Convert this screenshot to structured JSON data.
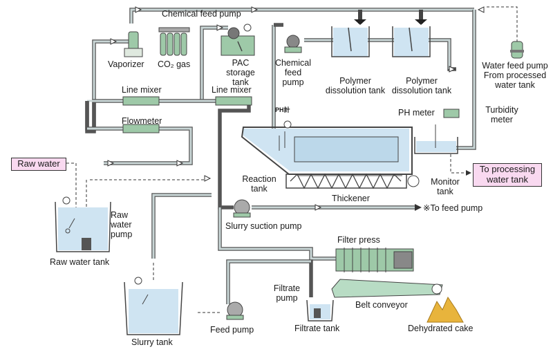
{
  "labels": {
    "chemical_feed_pump_top": "Chemical feed pump",
    "vaporizer": "Vaporizer",
    "co2_gas": "CO₂ gas",
    "pac_storage_tank": "PAC\nstorage tank",
    "chemical_feed_pump_mid": "Chemical\nfeed\npump",
    "polymer_dissolution_tank_1": "Polymer\ndissolution tank",
    "polymer_dissolution_tank_2": "Polymer\ndissolution tank",
    "water_feed_pump": "Water feed pump\nFrom processed\nwater tank",
    "line_mixer_1": "Line mixer",
    "line_mixer_2": "Line mixer",
    "ph_small": "PH計",
    "ph_meter": "PH meter",
    "turbidity_meter": "Turbidity\nmeter",
    "flowmeter": "Flowmeter",
    "raw_water": "Raw water",
    "reaction_tank": "Reaction\ntank",
    "monitor_tank": "Monitor\ntank",
    "to_processing_water_tank": "To processing\nwater tank",
    "raw_water_pump": "Raw\nwater\npump",
    "thickener": "Thickener",
    "to_feed_pump": "※To feed pump",
    "slurry_suction_pump": "Slurry suction pump",
    "raw_water_tank": "Raw water tank",
    "filter_press": "Filter press",
    "filtrate_pump": "Filtrate\npump",
    "belt_conveyor": "Belt conveyor",
    "slurry_tank": "Slurry tank",
    "feed_pump": "Feed pump",
    "filtrate_tank": "Filtrate tank",
    "dehydrated_cake": "Dehydrated cake"
  },
  "colors": {
    "pipe": "#555555",
    "water": "#cfe4f2",
    "equipment": "#9ec9a8",
    "highlight_box": "#f9d9f0",
    "cake": "#e8b43c"
  }
}
